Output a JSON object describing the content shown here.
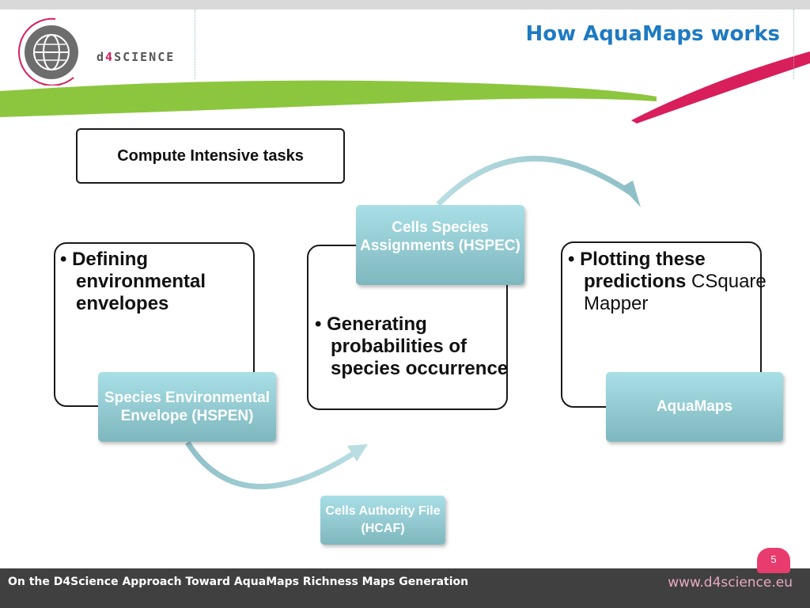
{
  "header": {
    "logo_text_prefix": "d",
    "logo_text_four": "4",
    "logo_text_suffix": "SCIENCE",
    "title": "How AquaMaps works"
  },
  "diagram": {
    "compute_label": "Compute Intensive tasks",
    "left_bullet": "Defining environmental envelopes",
    "middle_bullet": "Generating probabilities of species occurrence",
    "right_bullet_bold": "Plotting these predictions",
    "right_bullet_plain": "CSquare Mapper",
    "hspen_label": "Species Environmental Envelope (HSPEN)",
    "hspec_label": "Cells Species Assignments (HSPEC)",
    "aquamaps_label": "AquaMaps",
    "hcaf_label": "Cells Authority File (HCAF)"
  },
  "footer": {
    "caption": "On the D4Science Approach Toward AquaMaps Richness Maps Generation",
    "url": "www.d4science.eu",
    "page_number": "5"
  },
  "colors": {
    "title": "#1e7ac2",
    "accent_green": "#8cc63f",
    "accent_pink": "#d81e5b",
    "teal": "#8fc8d0",
    "footer_bg": "#404040"
  }
}
